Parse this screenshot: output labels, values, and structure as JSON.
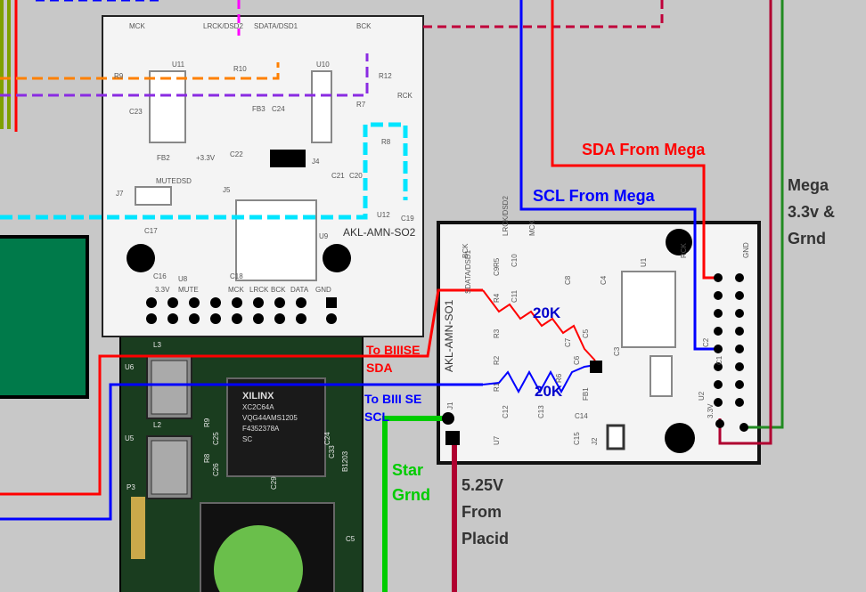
{
  "labels": {
    "sda_mega": "SDA From Mega",
    "scl_mega": "SCL From Mega",
    "mega_power": [
      "Mega",
      "3.3v &",
      "Grnd"
    ],
    "to_biiise": [
      "To BIIISE",
      "SDA"
    ],
    "to_biii_se": [
      "To BIII SE",
      "SCL"
    ],
    "star_grnd": [
      "Star",
      "Grnd"
    ],
    "placid": [
      "5.25V",
      "From",
      "Placid"
    ],
    "r1": "20K",
    "r2": "20K"
  },
  "boards": {
    "top": {
      "name": "AKL-AMN-SO2",
      "silk": [
        "MCK",
        "LRCK/DSD2",
        "SDATA/DSD1",
        "BCK",
        "U11",
        "U10",
        "R10",
        "R12",
        "R9",
        "C23",
        "FB3",
        "C24",
        "R7",
        "R8",
        "+3.3V",
        "C22",
        "J4",
        "C21",
        "C20",
        "FB2",
        "MUTE",
        "DSD",
        "J7",
        "J5",
        "U12",
        "C19",
        "C17",
        "U9",
        "C16",
        "U8",
        "C18",
        "3.3V",
        "MUTE",
        "MCK",
        "LRCK",
        "BCK",
        "DATA",
        "GND",
        "RCK"
      ]
    },
    "right": {
      "name": "AKL-AMN-SO1",
      "silk": [
        "BCK",
        "SDATA/DSD1",
        "LRCK/DSD2",
        "MCK",
        "U1",
        "C8",
        "C7",
        "C6",
        "C5",
        "C4",
        "C3",
        "C2",
        "C1",
        "R5",
        "R4",
        "R3",
        "R2",
        "R1",
        "R6",
        "C9",
        "C10",
        "C11",
        "C12",
        "C13",
        "C14",
        "C15",
        "FB1",
        "J1",
        "J2",
        "U7",
        "U2",
        "RCK",
        "3.3V",
        "GND"
      ]
    },
    "main": {
      "chips": [
        "XILINX",
        "XC2C64A",
        "VQG44AMS1205",
        "F4352378A",
        "SC"
      ],
      "silk": [
        "U6",
        "L3",
        "U5",
        "L2",
        "P3",
        "R9",
        "C25",
        "R8",
        "C26",
        "C24",
        "C29",
        "C5",
        "C33",
        "B1203"
      ]
    }
  },
  "colors": {
    "sda": "#ff0000",
    "scl": "#0000ff",
    "gnd": "#00cc00",
    "mega_power": "#228b22",
    "mega_power_red": "#b00030",
    "placid": "#b00030",
    "orange": "#ff8000",
    "purple": "#8a2be2",
    "cyan": "#00e5ff",
    "magenta": "#ff00ff",
    "crimson": "#c0003a",
    "olive": "#7fa000",
    "green_block": "#007a4a"
  }
}
